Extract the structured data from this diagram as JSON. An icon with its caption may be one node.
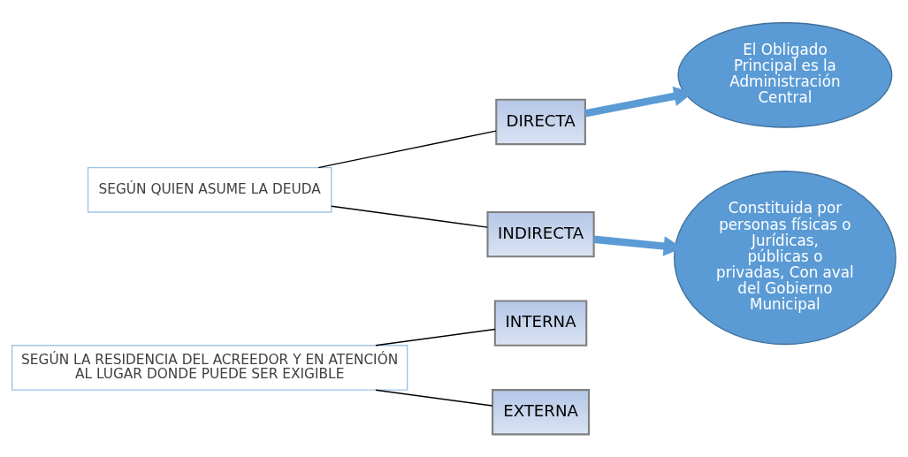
{
  "diagram": {
    "nodes": [
      {
        "text": [
          "SEGÚN LA RESIDENCIA DEL ACREEDOR Y EN ATENCIÓN AL LUGAR DONDE PUEDE SER EXIGIBLE"
        ]
      },
      {
        "text": [
          "INTERNA"
        ]
      },
      {
        "text": [
          "EXTERNA"
        ]
      },
      {
        "text": [
          "SEGÚN QUIEN ASUME LA DEUDA"
        ]
      },
      {
        "text": [
          "DIRECTA"
        ]
      },
      {
        "text": [
          "INDIRECTA"
        ]
      },
      {
        "text": [
          "El Obligado Principal es la Administración Central"
        ]
      },
      {
        "text": [
          "Constituida por personas físicas o Jurídicas, públicas o privadas, Con aval del Gobierno Municipal"
        ]
      }
    ],
    "edges": [
      {
        "from": 0,
        "to": 1,
        "arrow": "none"
      },
      {
        "from": 0,
        "to": 2,
        "arrow": "none"
      },
      {
        "from": 3,
        "to": 4,
        "arrow": "none"
      },
      {
        "from": 3,
        "to": 5,
        "arrow": "none"
      },
      {
        "from": 4,
        "to": 6,
        "arrow": "to",
        "style": "thick",
        "color": "#5b9bd5"
      },
      {
        "from": 5,
        "to": 7,
        "arrow": "to",
        "style": "thick",
        "color": "#5b9bd5"
      }
    ]
  }
}
